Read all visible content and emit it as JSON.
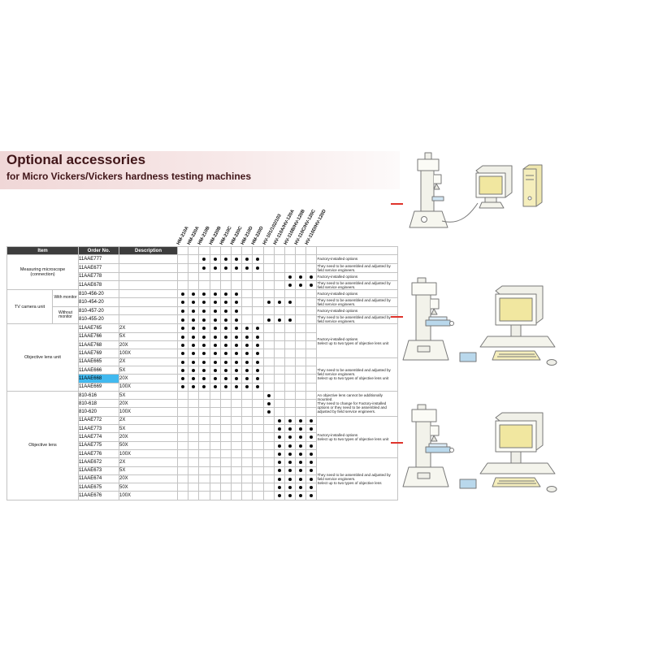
{
  "page": {
    "title": "Optional accessories",
    "subtitle": "for Micro Vickers/Vickers hardness testing machines"
  },
  "colors": {
    "title_text": "#401518",
    "title_band": "#f0d7d7",
    "header_bg": "#3d3d3d",
    "header_text": "#ffffff",
    "dot": "#0d0d0d",
    "highlight": "#41b9ef",
    "leader_red": "#df342c",
    "screen_yellow": "#f1e7a0",
    "stage_blue": "#b9d8ec"
  },
  "table": {
    "column_headers": {
      "item": "Item",
      "order_no": "Order No.",
      "description": "Description"
    },
    "models": [
      "HM-210A",
      "HM-220A",
      "HM-210B",
      "HM-220B",
      "HM-210C",
      "HM-220C",
      "HM-210D",
      "HM-220D",
      "HV-101/102/103",
      "HV-110A/HV-120A",
      "HV-110B/HV-120B",
      "HV-110C/HV-120C",
      "HV-110D/HV-120D"
    ],
    "item_groups": [
      {
        "label": "Measuring microscope (connection)",
        "start": 0,
        "span": 4,
        "colspan": 2
      },
      {
        "label": "TV camera unit",
        "start": 4,
        "span": 4,
        "colspan": 1
      },
      {
        "label": "Objective lens unit",
        "start": 8,
        "span": 8,
        "colspan": 2
      },
      {
        "label": "Objective lens",
        "start": 16,
        "span": 13,
        "colspan": 2
      }
    ],
    "item_subgroups": [
      {
        "label": "With monitor",
        "start": 4,
        "span": 2
      },
      {
        "label": "Without monitor",
        "start": 6,
        "span": 2
      }
    ],
    "rows": [
      {
        "order_no": "11AAE777",
        "description": "",
        "dots": [
          0,
          0,
          1,
          1,
          1,
          1,
          1,
          1,
          0,
          0,
          0,
          0,
          0
        ]
      },
      {
        "order_no": "11AAE677",
        "description": "",
        "dots": [
          0,
          0,
          1,
          1,
          1,
          1,
          1,
          1,
          0,
          0,
          0,
          0,
          0
        ]
      },
      {
        "order_no": "11AAE778",
        "description": "",
        "dots": [
          0,
          0,
          0,
          0,
          0,
          0,
          0,
          0,
          0,
          0,
          1,
          1,
          1
        ]
      },
      {
        "order_no": "11AAE678",
        "description": "",
        "dots": [
          0,
          0,
          0,
          0,
          0,
          0,
          0,
          0,
          0,
          0,
          1,
          1,
          1
        ]
      },
      {
        "order_no": "810-456-20",
        "description": "",
        "dots": [
          1,
          1,
          1,
          1,
          1,
          1,
          0,
          0,
          0,
          0,
          0,
          0,
          0
        ]
      },
      {
        "order_no": "810-454-20",
        "description": "",
        "dots": [
          1,
          1,
          1,
          1,
          1,
          1,
          0,
          0,
          1,
          1,
          1,
          0,
          0
        ]
      },
      {
        "order_no": "810-457-20",
        "description": "",
        "dots": [
          1,
          1,
          1,
          1,
          1,
          1,
          0,
          0,
          0,
          0,
          0,
          0,
          0
        ]
      },
      {
        "order_no": "810-455-20",
        "description": "",
        "dots": [
          1,
          1,
          1,
          1,
          1,
          1,
          0,
          0,
          1,
          1,
          1,
          0,
          0
        ]
      },
      {
        "order_no": "11AAE765",
        "description": "2X",
        "dots": [
          1,
          1,
          1,
          1,
          1,
          1,
          1,
          1,
          0,
          0,
          0,
          0,
          0
        ]
      },
      {
        "order_no": "11AAE766",
        "description": "5X",
        "dots": [
          1,
          1,
          1,
          1,
          1,
          1,
          1,
          1,
          0,
          0,
          0,
          0,
          0
        ]
      },
      {
        "order_no": "11AAE768",
        "description": "20X",
        "dots": [
          1,
          1,
          1,
          1,
          1,
          1,
          1,
          1,
          0,
          0,
          0,
          0,
          0
        ]
      },
      {
        "order_no": "11AAE769",
        "description": "100X",
        "dots": [
          1,
          1,
          1,
          1,
          1,
          1,
          1,
          1,
          0,
          0,
          0,
          0,
          0
        ]
      },
      {
        "order_no": "11AAE665",
        "description": "2X",
        "dots": [
          1,
          1,
          1,
          1,
          1,
          1,
          1,
          1,
          0,
          0,
          0,
          0,
          0
        ]
      },
      {
        "order_no": "11AAE666",
        "description": "5X",
        "dots": [
          1,
          1,
          1,
          1,
          1,
          1,
          1,
          1,
          0,
          0,
          0,
          0,
          0
        ]
      },
      {
        "order_no": "11AAE668",
        "description": "20X",
        "dots": [
          1,
          1,
          1,
          1,
          1,
          1,
          1,
          1,
          0,
          0,
          0,
          0,
          0
        ],
        "highlight": true
      },
      {
        "order_no": "11AAE669",
        "description": "100X",
        "dots": [
          1,
          1,
          1,
          1,
          1,
          1,
          1,
          1,
          0,
          0,
          0,
          0,
          0
        ]
      },
      {
        "order_no": "810-616",
        "description": "5X",
        "dots": [
          0,
          0,
          0,
          0,
          0,
          0,
          0,
          0,
          1,
          0,
          0,
          0,
          0
        ]
      },
      {
        "order_no": "810-618",
        "description": "20X",
        "dots": [
          0,
          0,
          0,
          0,
          0,
          0,
          0,
          0,
          1,
          0,
          0,
          0,
          0
        ]
      },
      {
        "order_no": "810-620",
        "description": "100X",
        "dots": [
          0,
          0,
          0,
          0,
          0,
          0,
          0,
          0,
          1,
          0,
          0,
          0,
          0
        ]
      },
      {
        "order_no": "11AAE772",
        "description": "2X",
        "dots": [
          0,
          0,
          0,
          0,
          0,
          0,
          0,
          0,
          0,
          1,
          1,
          1,
          1
        ]
      },
      {
        "order_no": "11AAE773",
        "description": "5X",
        "dots": [
          0,
          0,
          0,
          0,
          0,
          0,
          0,
          0,
          0,
          1,
          1,
          1,
          1
        ]
      },
      {
        "order_no": "11AAE774",
        "description": "20X",
        "dots": [
          0,
          0,
          0,
          0,
          0,
          0,
          0,
          0,
          0,
          1,
          1,
          1,
          1
        ]
      },
      {
        "order_no": "11AAE775",
        "description": "50X",
        "dots": [
          0,
          0,
          0,
          0,
          0,
          0,
          0,
          0,
          0,
          1,
          1,
          1,
          1
        ]
      },
      {
        "order_no": "11AAE776",
        "description": "100X",
        "dots": [
          0,
          0,
          0,
          0,
          0,
          0,
          0,
          0,
          0,
          1,
          1,
          1,
          1
        ]
      },
      {
        "order_no": "11AAE672",
        "description": "2X",
        "dots": [
          0,
          0,
          0,
          0,
          0,
          0,
          0,
          0,
          0,
          1,
          1,
          1,
          1
        ]
      },
      {
        "order_no": "11AAE673",
        "description": "5X",
        "dots": [
          0,
          0,
          0,
          0,
          0,
          0,
          0,
          0,
          0,
          1,
          1,
          1,
          1
        ]
      },
      {
        "order_no": "11AAE674",
        "description": "20X",
        "dots": [
          0,
          0,
          0,
          0,
          0,
          0,
          0,
          0,
          0,
          1,
          1,
          1,
          1
        ]
      },
      {
        "order_no": "11AAE675",
        "description": "50X",
        "dots": [
          0,
          0,
          0,
          0,
          0,
          0,
          0,
          0,
          0,
          1,
          1,
          1,
          1
        ]
      },
      {
        "order_no": "11AAE676",
        "description": "100X",
        "dots": [
          0,
          0,
          0,
          0,
          0,
          0,
          0,
          0,
          0,
          1,
          1,
          1,
          1
        ]
      }
    ],
    "remarks": [
      {
        "start": 0,
        "span": 1,
        "text": "Factory-installed options"
      },
      {
        "start": 1,
        "span": 1,
        "text": "They need to be assembled and adjusted by field service engineers."
      },
      {
        "start": 2,
        "span": 1,
        "text": "Factory-installed options"
      },
      {
        "start": 3,
        "span": 1,
        "text": "They need to be assembled and adjusted by field service engineers."
      },
      {
        "start": 4,
        "span": 1,
        "text": "Factory-installed options"
      },
      {
        "start": 5,
        "span": 1,
        "text": "They need to be assembled and adjusted by field service engineers."
      },
      {
        "start": 6,
        "span": 1,
        "text": "Factory-installed options"
      },
      {
        "start": 7,
        "span": 1,
        "text": "They need to be assembled and adjusted by field service engineers."
      },
      {
        "start": 8,
        "span": 4,
        "text": "Factory-installed options\nSelect up to two types of objective lens unit"
      },
      {
        "start": 12,
        "span": 4,
        "text": "They need to be assembled and adjusted by field service engineers.\nSelect up to two types of objective lens unit"
      },
      {
        "start": 16,
        "span": 3,
        "text": "An objective lens cannot be additionally mounted.\nThey need to change for Factory-installed options or they need to be assembled and adjusted by field service engineers."
      },
      {
        "start": 19,
        "span": 5,
        "text": "Factory-installed options\nSelect up to two types of objective lens unit"
      },
      {
        "start": 24,
        "span": 5,
        "text": "They need to be assembled and adjusted by field service engineers.\nSelect up to two types of objective lens"
      }
    ]
  },
  "illustrations": [
    {
      "name": "micro-vickers-tester-with-monitor-and-pc-tower"
    },
    {
      "name": "vickers-tester-with-stage-monitor-and-keyboard"
    },
    {
      "name": "vickers-tester-with-stage-monitor-and-keyboard"
    }
  ]
}
